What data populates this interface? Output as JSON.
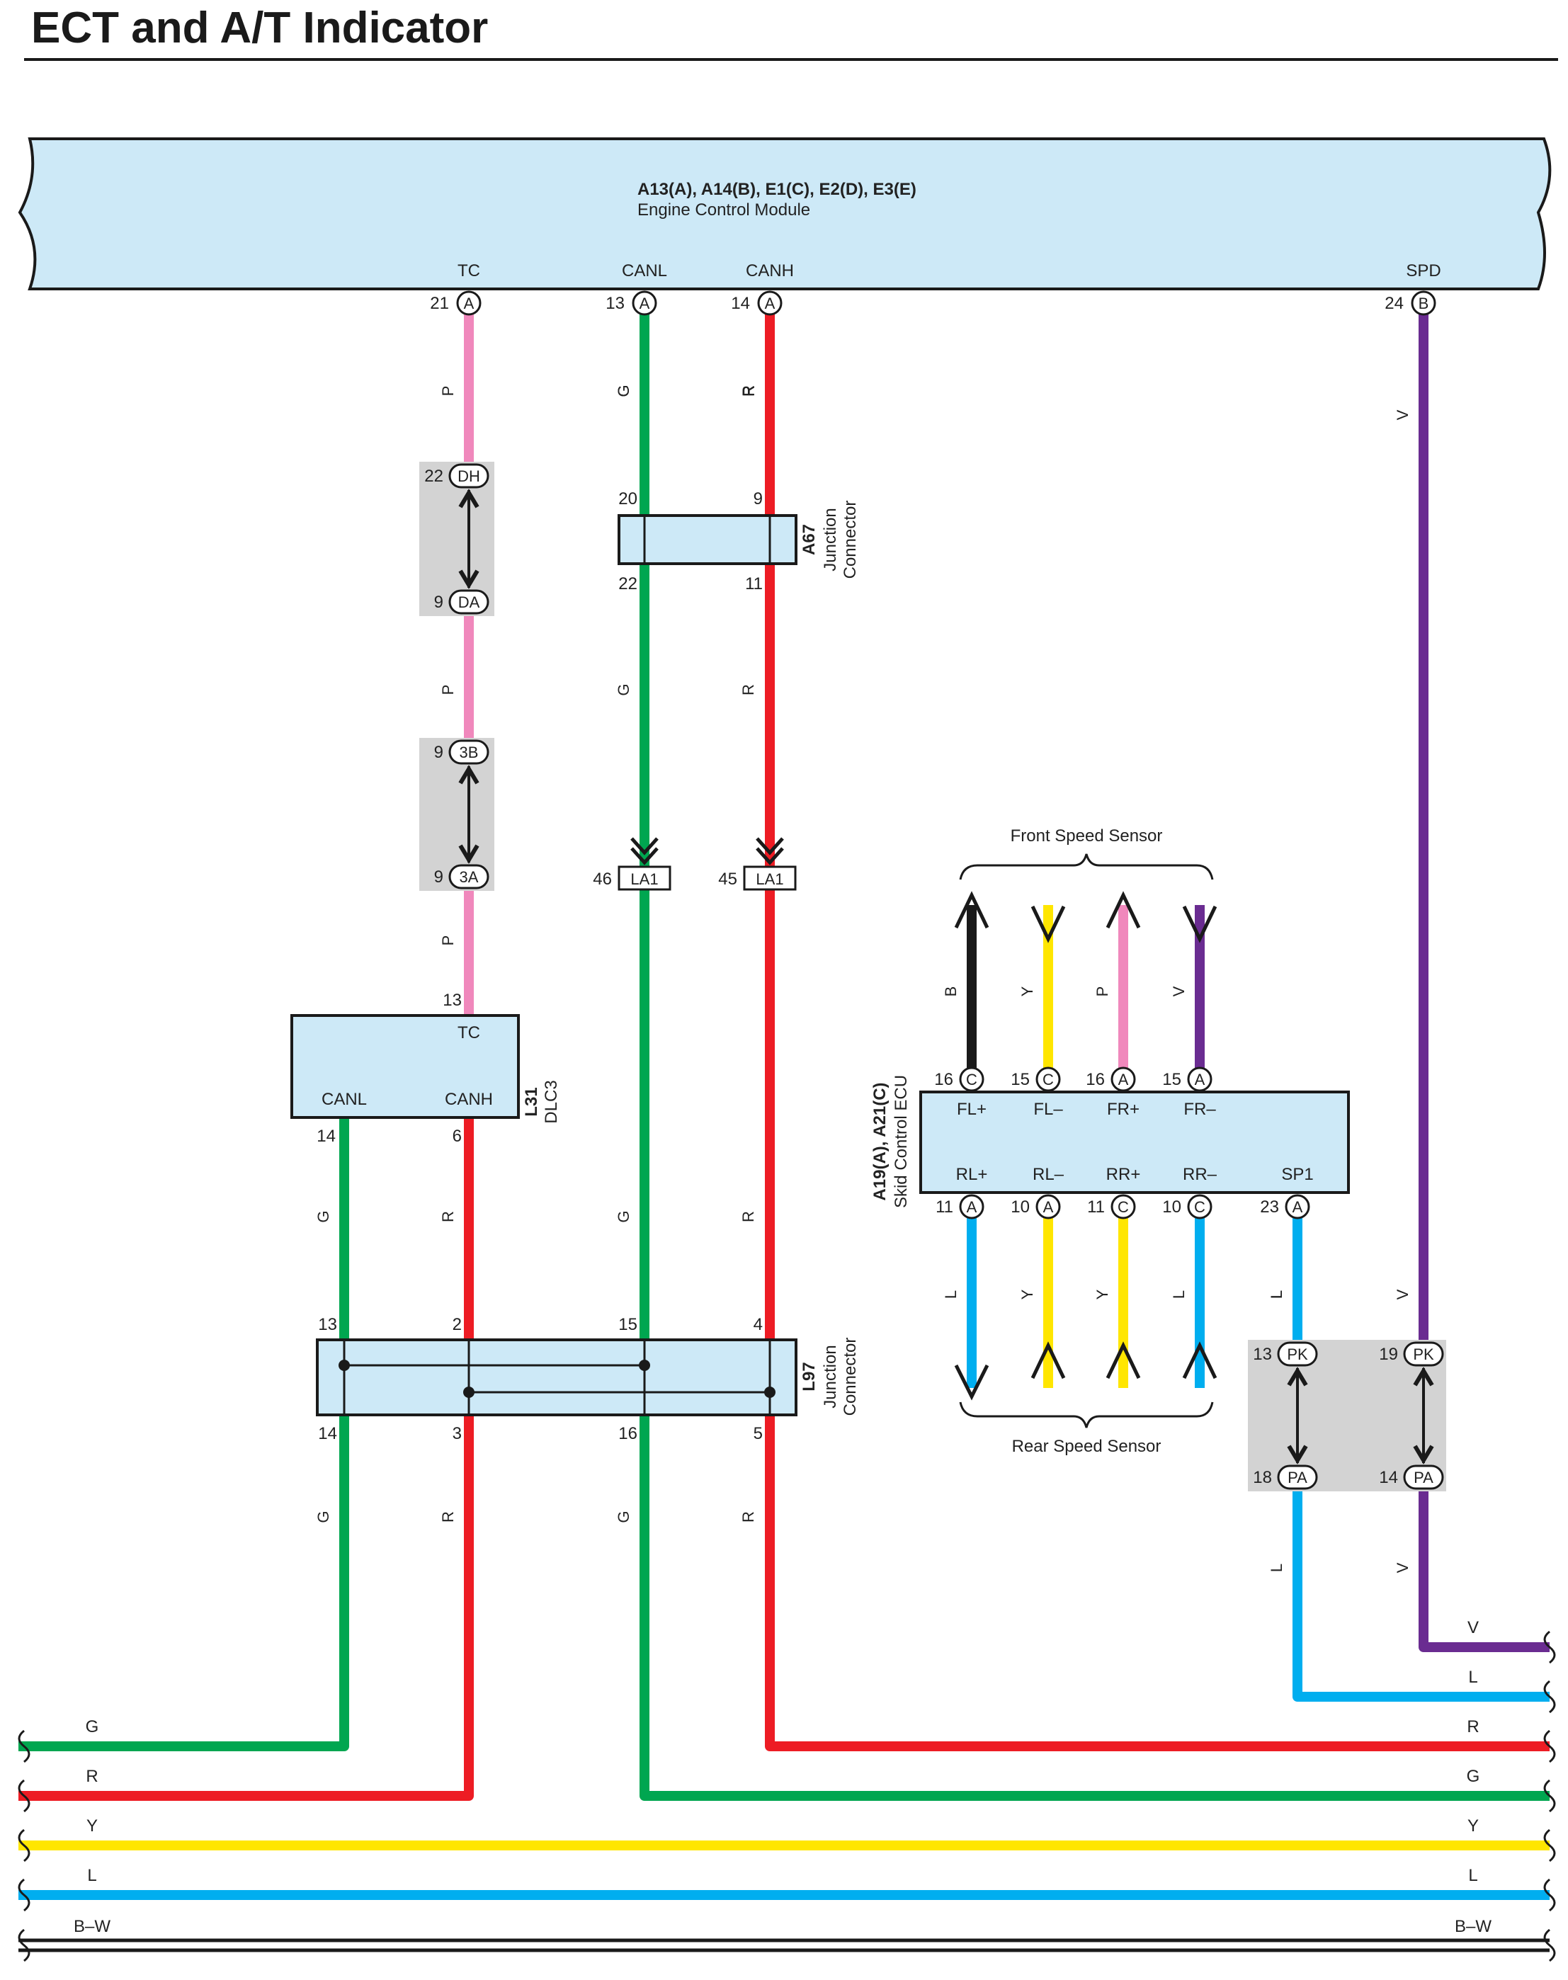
{
  "title": "ECT and A/T Indicator",
  "ecm": {
    "id_line": "A13(A), A14(B), E1(C), E2(D), E3(E)",
    "name": "Engine Control Module",
    "pins": [
      {
        "label": "TC",
        "num": "21",
        "conn": "A",
        "wire": "P"
      },
      {
        "label": "CANL",
        "num": "13",
        "conn": "A",
        "wire": "G"
      },
      {
        "label": "CANH",
        "num": "14",
        "conn": "A",
        "wire": "R"
      },
      {
        "label": "SPD",
        "num": "24",
        "conn": "B",
        "wire": "V"
      }
    ]
  },
  "inline_connectors": [
    {
      "top_num": "22",
      "top_conn": "DH",
      "bottom_num": "9",
      "bottom_conn": "DA"
    },
    {
      "top_num": "9",
      "top_conn": "3B",
      "bottom_num": "9",
      "bottom_conn": "3A"
    },
    {
      "top_num": "13",
      "top_conn": "PK",
      "bottom_num": "18",
      "bottom_conn": "PA"
    },
    {
      "top_num": "19",
      "top_conn": "PK",
      "bottom_num": "14",
      "bottom_conn": "PA"
    }
  ],
  "a67": {
    "id": "A67",
    "name_line1": "Junction",
    "name_line2": "Connector",
    "pins_top": [
      "20",
      "9"
    ],
    "pins_bottom": [
      "22",
      "11"
    ]
  },
  "la1": [
    {
      "num": "46",
      "conn": "LA1"
    },
    {
      "num": "45",
      "conn": "LA1"
    }
  ],
  "dlc3": {
    "id": "L31",
    "name": "DLC3",
    "top_pin": "13",
    "top_label": "TC",
    "labels": [
      "CANL",
      "CANH"
    ],
    "bottom_pins": [
      "14",
      "6"
    ]
  },
  "l97": {
    "id": "L97",
    "name_line1": "Junction",
    "name_line2": "Connector",
    "pins_top": [
      "13",
      "2",
      "15",
      "4"
    ],
    "pins_bottom": [
      "14",
      "3",
      "16",
      "5"
    ]
  },
  "skid": {
    "id": "A19(A), A21(C)",
    "name": "Skid Control ECU",
    "front_label": "Front Speed Sensor",
    "rear_label": "Rear Speed Sensor",
    "top_pins": [
      {
        "label": "FL+",
        "num": "16",
        "conn": "C",
        "wire": "B"
      },
      {
        "label": "FL–",
        "num": "15",
        "conn": "C",
        "wire": "Y"
      },
      {
        "label": "FR+",
        "num": "16",
        "conn": "A",
        "wire": "P"
      },
      {
        "label": "FR–",
        "num": "15",
        "conn": "A",
        "wire": "V"
      }
    ],
    "bottom_pins": [
      {
        "label": "RL+",
        "num": "11",
        "conn": "A",
        "wire": "L"
      },
      {
        "label": "RL–",
        "num": "10",
        "conn": "A",
        "wire": "Y"
      },
      {
        "label": "RR+",
        "num": "11",
        "conn": "C",
        "wire": "Y"
      },
      {
        "label": "RR–",
        "num": "10",
        "conn": "C",
        "wire": "L"
      },
      {
        "label": "SP1",
        "num": "23",
        "conn": "A",
        "wire": "L"
      }
    ]
  },
  "bus_left": [
    "G",
    "R",
    "Y",
    "L",
    "B–W"
  ],
  "bus_right": [
    "V",
    "L",
    "R",
    "G",
    "Y",
    "L",
    "B–W"
  ],
  "wire_colors": {
    "P": "#f088bc",
    "G": "#00a650",
    "R": "#ed1c24",
    "V": "#6a2c91",
    "B": "#1a1a1a",
    "Y": "#ffe600",
    "L": "#00aeef",
    "BW": "#1a1a1a"
  },
  "box_fill": "#cde9f7",
  "inline_fill": "#d3d3d3"
}
